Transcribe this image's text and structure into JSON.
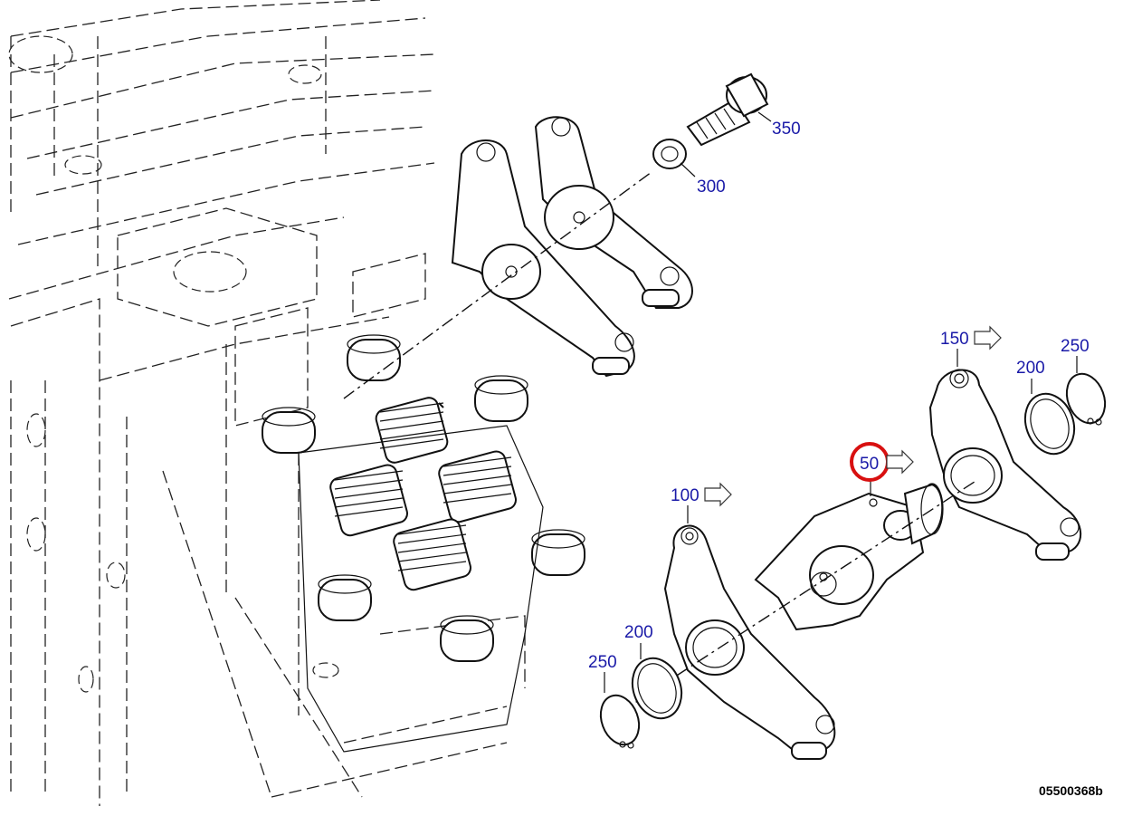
{
  "drawing_number": "05500368b",
  "highlight_color": "#d81010",
  "callout_color": "#1a1aa8",
  "callouts": {
    "c350": "350",
    "c300": "300",
    "c150": "150",
    "c200_right": "200",
    "c250_right": "250",
    "c50": "50",
    "c100": "100",
    "c200_left": "200",
    "c250_left": "250"
  },
  "highlighted_callout": "50"
}
